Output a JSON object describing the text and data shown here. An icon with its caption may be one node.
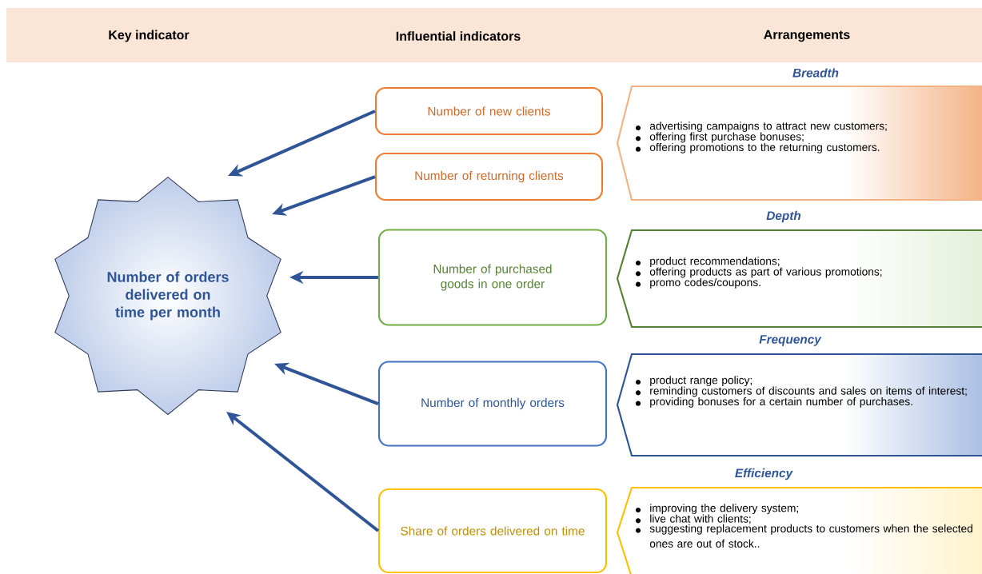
{
  "diagram": {
    "nodes": [
      {
        "text": [
          "Number of orders delivered on time per month"
        ]
      },
      {
        "text": [
          "Number of new clients"
        ]
      },
      {
        "text": [
          "Number of returning clients"
        ]
      },
      {
        "text": [
          "Number of purchased goods in one order"
        ]
      },
      {
        "text": [
          "Number of monthly orders"
        ]
      },
      {
        "text": [
          "Share of orders delivered on time"
        ]
      },
      {
        "text": [
          "Breadth",
          "advertising campaigns to attract new customers;",
          "offering first purchase bonuses;",
          "offering promotions to the returning customers."
        ]
      },
      {
        "text": [
          "Depth",
          "product recommendations;",
          "offering products as part of various promotions;",
          "promo codes/coupons."
        ]
      },
      {
        "text": [
          "Frequency",
          "product range policy;",
          "reminding customers of discounts and sales on items of interest;",
          "providing bonuses for a certain number of purchases."
        ]
      },
      {
        "text": [
          "Efficiency",
          "improving the delivery system;",
          "live chat with clients;",
          "suggesting replacement products to customers when the selected ones are out of stock.."
        ]
      }
    ],
    "edges": [
      {
        "from": 1,
        "to": 0,
        "arrow": "to"
      },
      {
        "from": 2,
        "to": 0,
        "arrow": "to"
      },
      {
        "from": 3,
        "to": 0,
        "arrow": "to"
      },
      {
        "from": 4,
        "to": 0,
        "arrow": "to"
      },
      {
        "from": 5,
        "to": 0,
        "arrow": "to"
      }
    ],
    "labels": [
      "Key indicator",
      "Influential indicators",
      "Arrangements"
    ]
  }
}
